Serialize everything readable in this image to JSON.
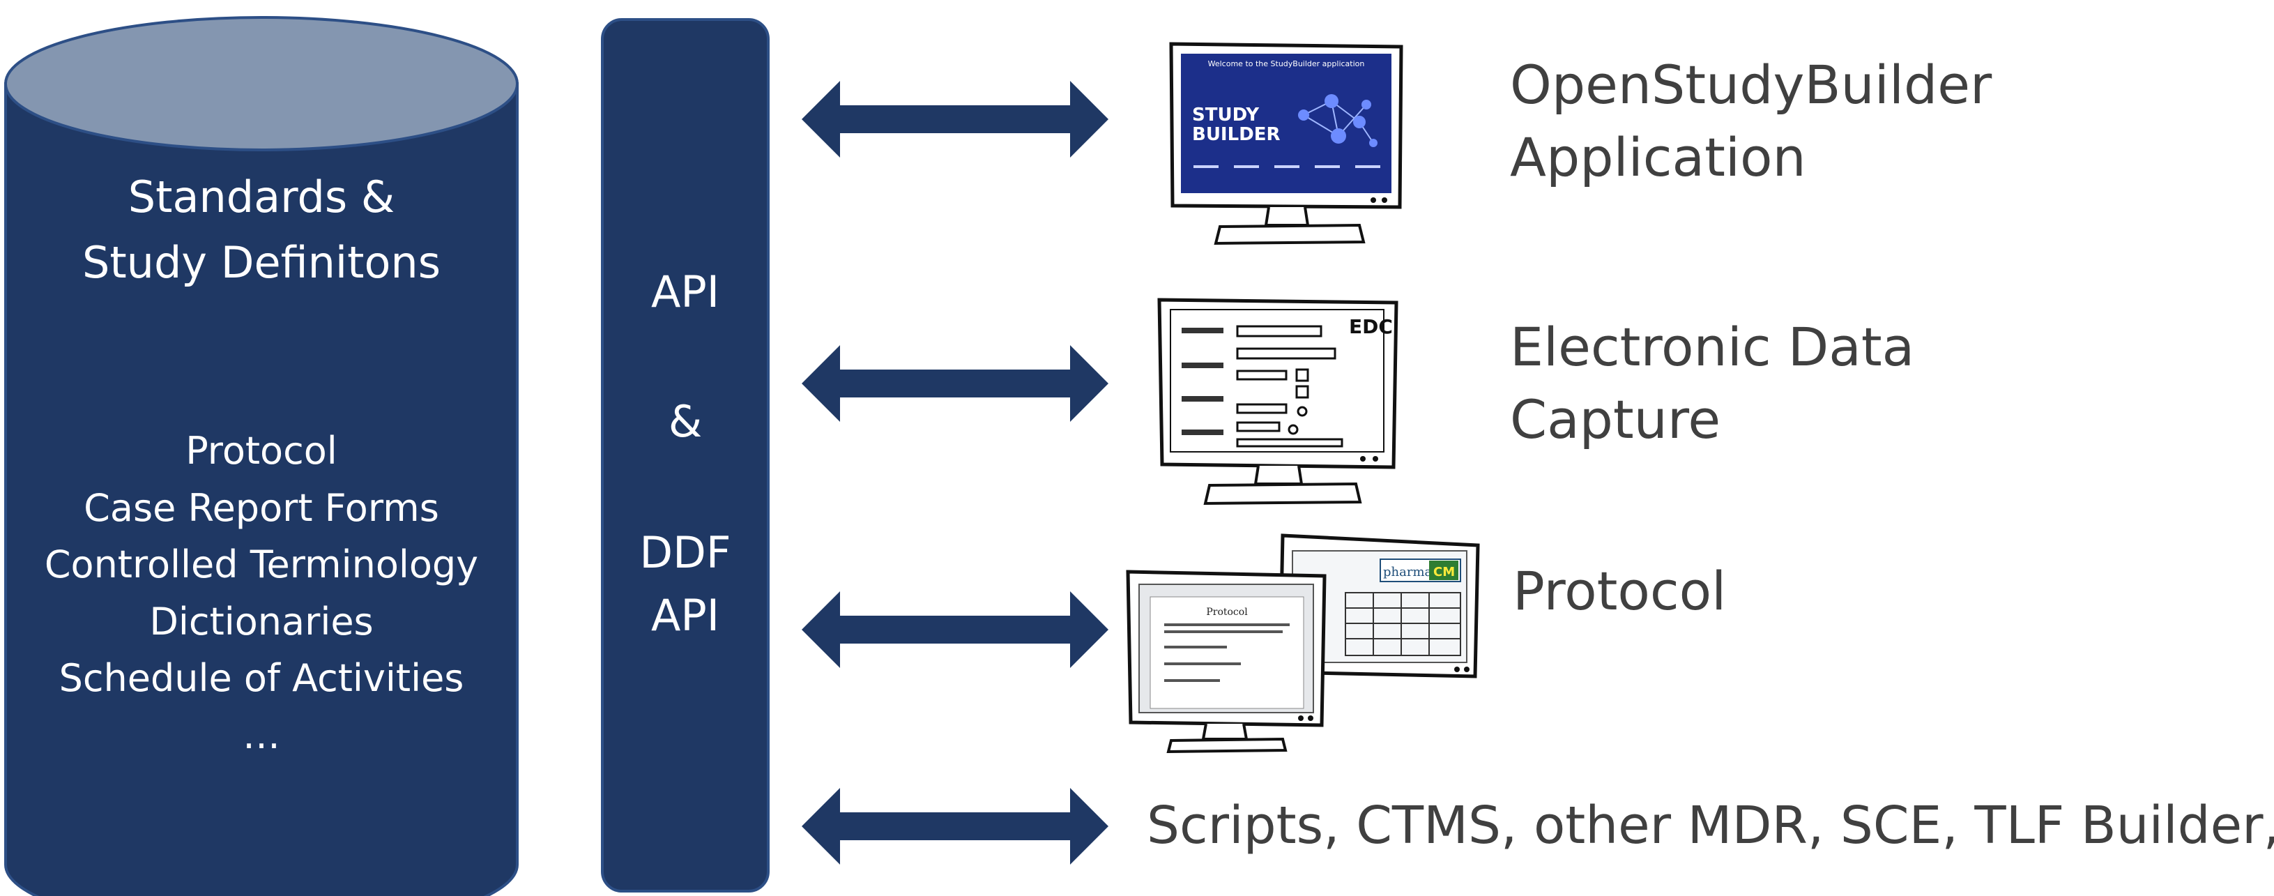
{
  "colors": {
    "primary": "#1f3864",
    "cylinder_top": "#8496b0",
    "text_dark": "#404040"
  },
  "repository": {
    "title_line1": "Standards &",
    "title_line2": "Study Definitons",
    "items": [
      "Protocol",
      "Case Report Forms",
      "Controlled Terminology",
      "Dictionaries",
      "Schedule of Activities",
      "…"
    ]
  },
  "api": {
    "line1": "API",
    "line2": "&",
    "line3": "DDF",
    "line4": "API"
  },
  "consumers": [
    {
      "line1": "OpenStudyBuilder",
      "line2": "Application",
      "icon": "monitor-studybuilder-icon"
    },
    {
      "line1": "Electronic Data",
      "line2": "Capture",
      "icon": "monitor-edc-icon"
    },
    {
      "line1": "Protocol",
      "icon": "monitors-protocol-icon"
    },
    {
      "line1": "Scripts, CTMS, other MDR, SCE, TLF Builder, …"
    }
  ],
  "screen_text": {
    "sb_welcome": "Welcome to the StudyBuilder application",
    "sb_logo_line1": "STUDY",
    "sb_logo_line2": "BUILDER",
    "edc_label": "EDC",
    "protocol_heading": "Protocol",
    "pharma_logo_a": "pharma",
    "pharma_logo_b": "CM"
  }
}
